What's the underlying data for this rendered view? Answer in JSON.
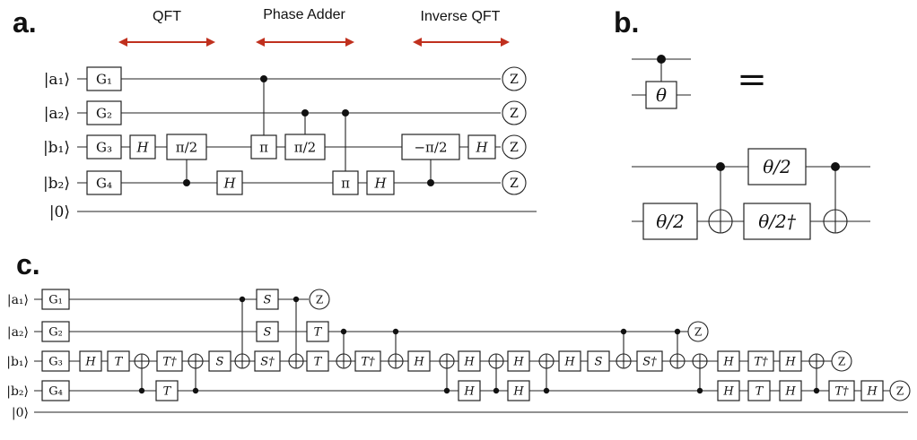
{
  "panels": {
    "a": "a.",
    "b": "b.",
    "c": "c."
  },
  "section_headers": [
    "QFT",
    "Phase Adder",
    "Inverse QFT"
  ],
  "colors": {
    "arrow": "#c0301e",
    "ink": "#222222"
  },
  "qubit_labels": {
    "a1": "|a₁⟩",
    "a2": "|a₂⟩",
    "b1": "|b₁⟩",
    "b2": "|b₂⟩",
    "zero": "|0⟩"
  },
  "gate_labels": {
    "G1": "G₁",
    "G2": "G₂",
    "G3": "G₃",
    "G4": "G₄",
    "H": "H",
    "T": "T",
    "Tdag": "T†",
    "S": "S",
    "Sdag": "S†",
    "pi": "π",
    "pi2": "π/2",
    "mpi2": "−π/2",
    "theta": "θ",
    "theta2": "θ/2",
    "theta2dag": "θ/2†",
    "Z": "Z",
    "equals": "="
  }
}
